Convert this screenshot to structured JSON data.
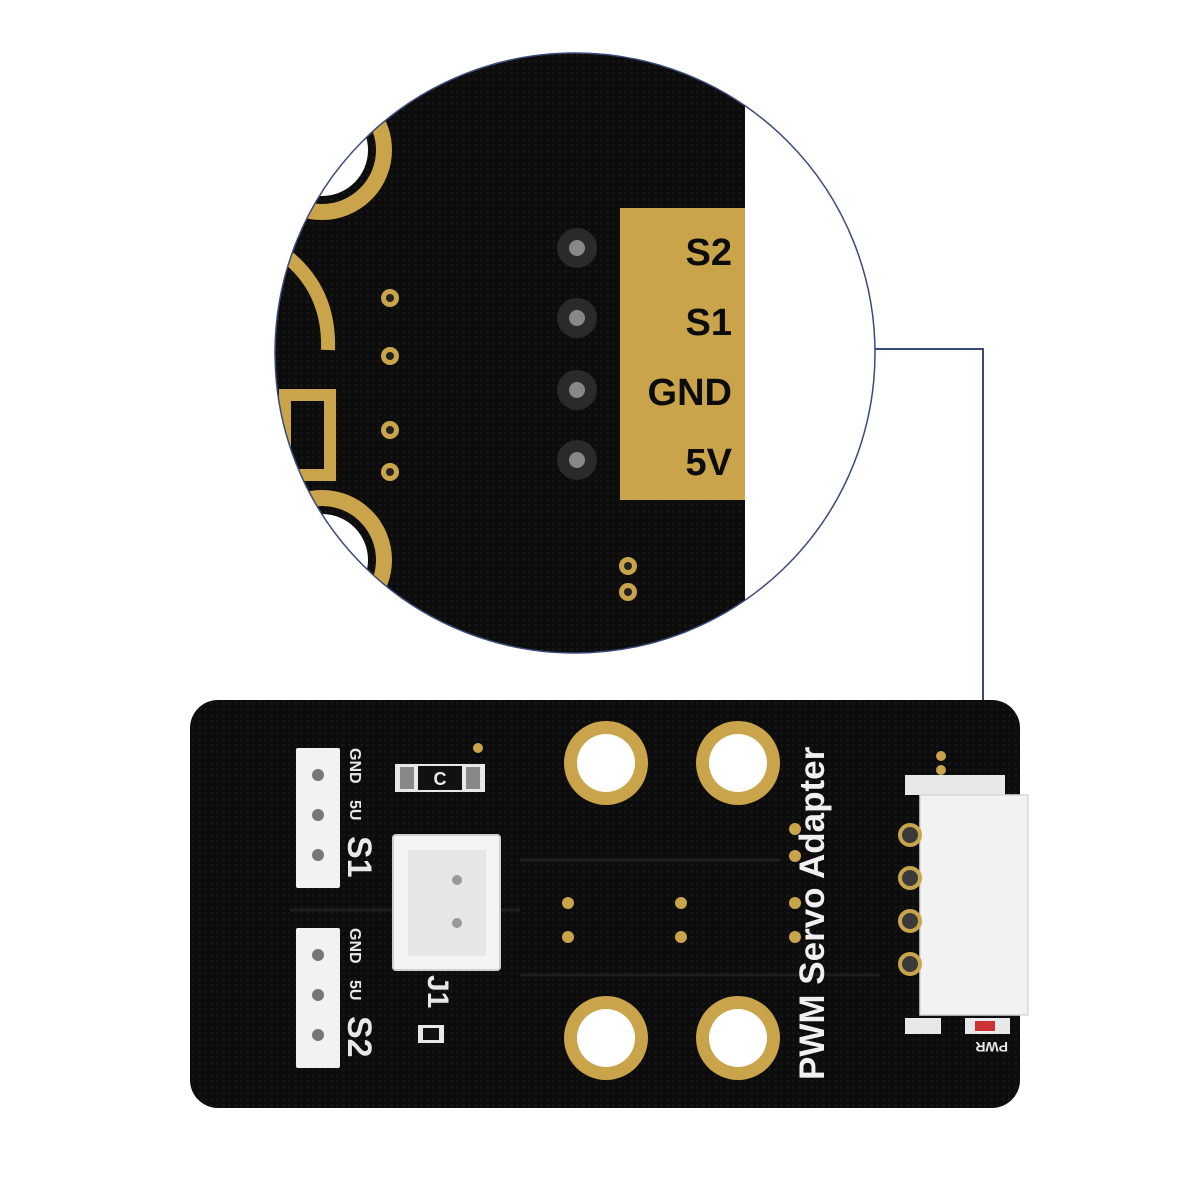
{
  "colors": {
    "background": "#ffffff",
    "pcb": "#0c0c0c",
    "gold": "#c9a44a",
    "silkscreen": "#e8e8e8",
    "callout": "#3a4a7a",
    "connector": "#f2f2f2"
  },
  "zoom_view": {
    "pin_labels": [
      "S2",
      "S1",
      "GND",
      "5V"
    ]
  },
  "board": {
    "title": "PWM Servo Adapter",
    "header_s1": {
      "name": "S1",
      "pins": [
        "GND",
        "5U"
      ]
    },
    "header_s2": {
      "name": "S2",
      "pins": [
        "GND",
        "5U"
      ]
    },
    "capacitor_label": "C",
    "connector_label": "J1",
    "led_label": "PWR"
  }
}
